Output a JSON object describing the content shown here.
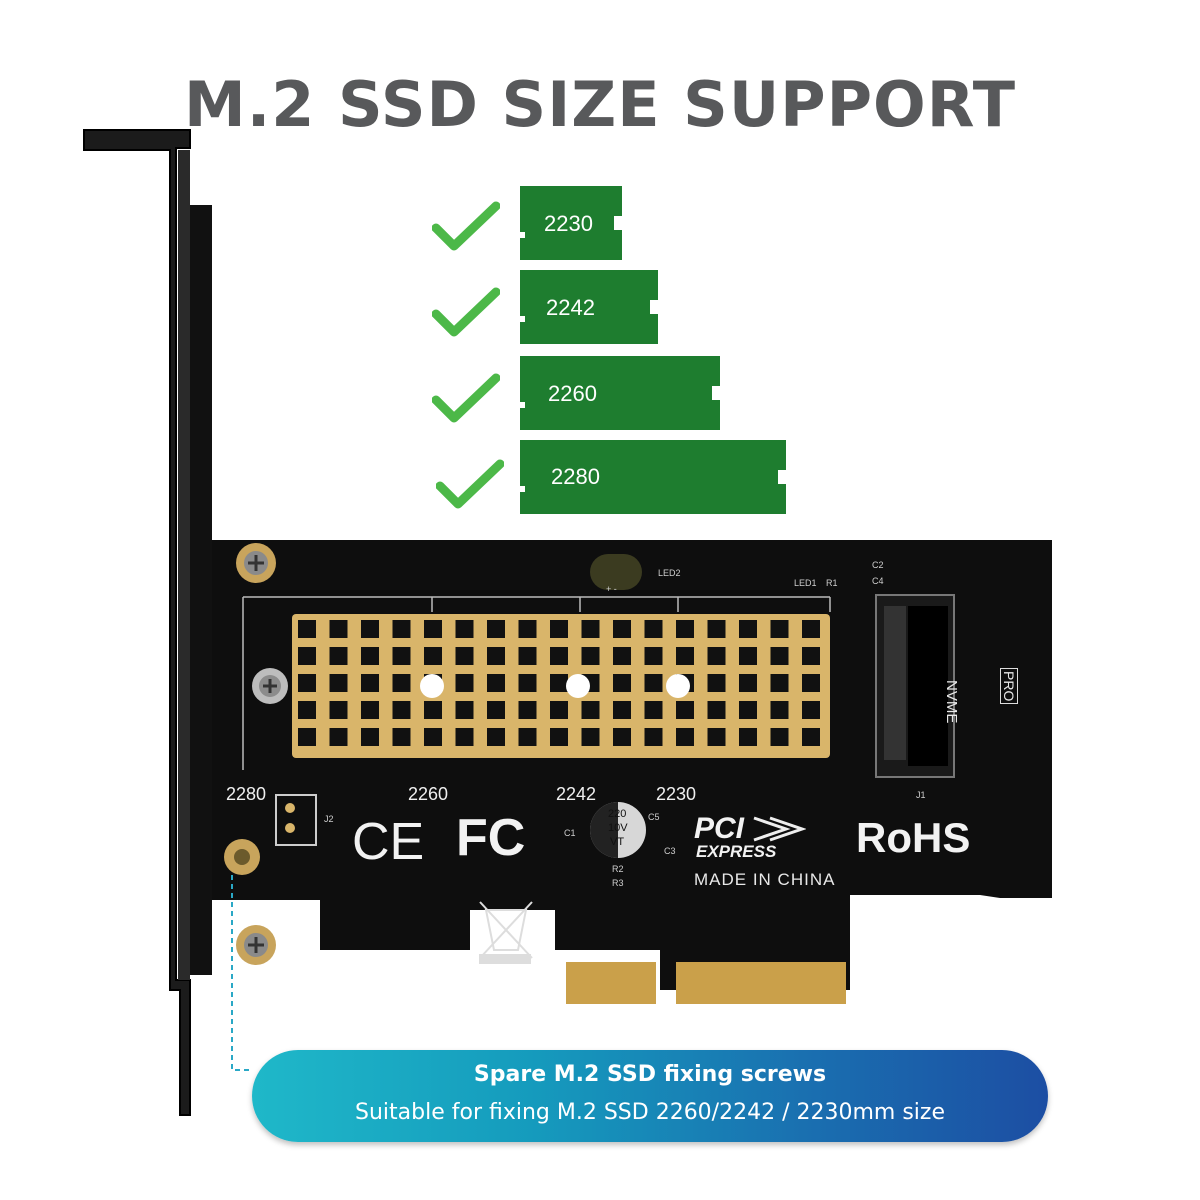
{
  "header": {
    "title": "M.2 SSD SIZE SUPPORT"
  },
  "sizes": [
    {
      "label": "2230",
      "supported": true
    },
    {
      "label": "2242",
      "supported": true
    },
    {
      "label": "2260",
      "supported": true
    },
    {
      "label": "2280",
      "supported": true
    }
  ],
  "board": {
    "length_marks": [
      "2280",
      "2260",
      "2242",
      "2230"
    ],
    "led_label": "LED2",
    "led_polarity": "+ -",
    "components": [
      "LED1",
      "R1",
      "C2",
      "C4",
      "C5",
      "C1",
      "C3",
      "R2",
      "R3",
      "J1",
      "J2"
    ],
    "capacitor_text": [
      "220",
      "10V",
      "VT"
    ],
    "interface_text": [
      "NVME",
      "PRO"
    ],
    "cert_ce": "CE",
    "cert_fc": "FC",
    "pci_brand": "PCI",
    "pci_express": "EXPRESS",
    "rohs": "RoHS",
    "made_in": "MADE IN CHINA"
  },
  "callout": {
    "heading": "Spare M.2 SSD fixing screws",
    "subtext": "Suitable for fixing M.2 SSD 2260/2242 / 2230mm size"
  },
  "colors": {
    "title_gray": "#58595b",
    "check_green": "#4cb848",
    "ssd_green": "#1e7d2f",
    "pcb_black": "#0e0e0e",
    "gold": "#d9b56a",
    "banner_start": "#1fb8c9",
    "banner_end": "#1c4ea3"
  }
}
